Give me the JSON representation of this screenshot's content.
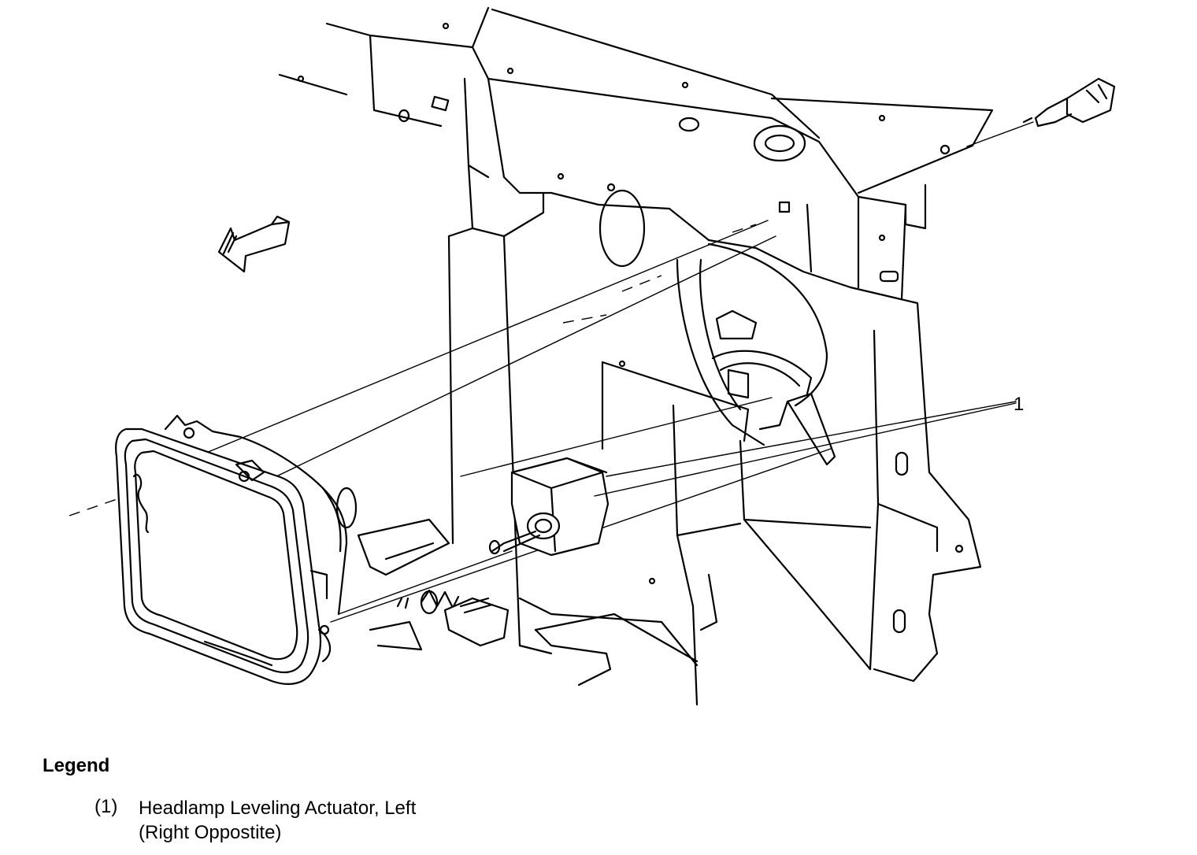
{
  "diagram": {
    "callout_label": "1"
  },
  "legend": {
    "title": "Legend",
    "items": [
      {
        "number": "(1)",
        "line1": "Headlamp Leveling Actuator, Left",
        "line2": "(Right Oppostite)"
      }
    ]
  },
  "colors": {
    "line": "#000000",
    "background": "#ffffff"
  },
  "icons": [
    "direction-arrow-icon"
  ]
}
